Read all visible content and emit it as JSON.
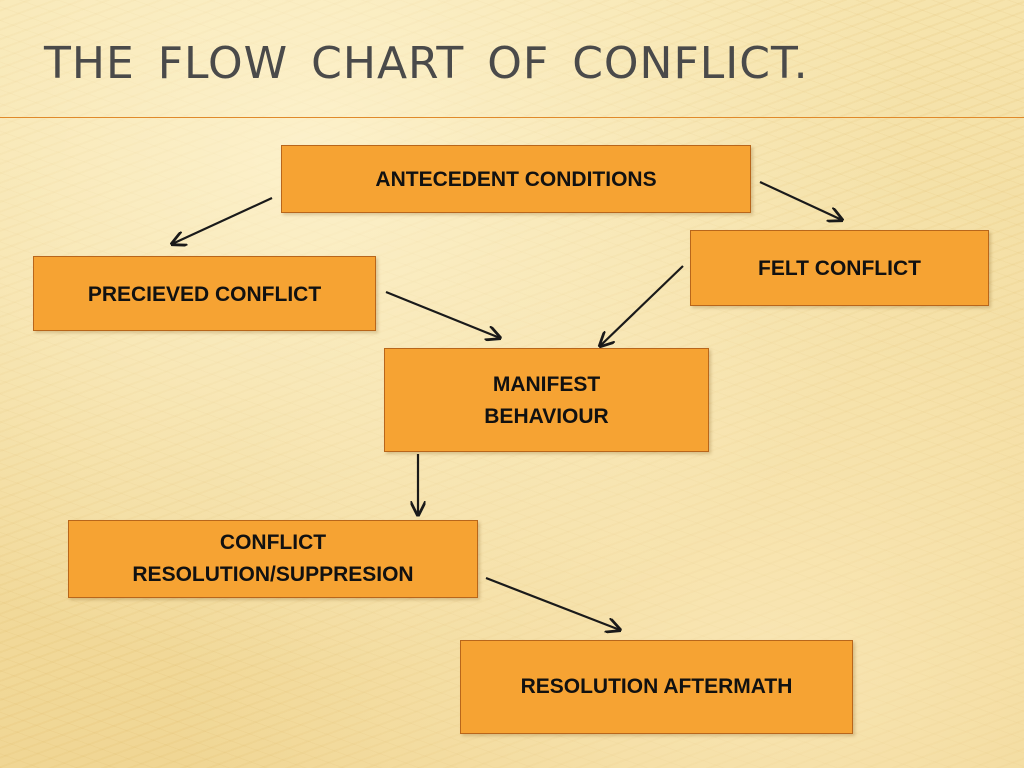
{
  "slide": {
    "title": "THE  FLOW  CHART  OF  CONFLICT."
  },
  "nodes": {
    "antecedent": "ANTECEDENT CONDITIONS",
    "perceived": "PRECIEVED CONFLICT",
    "felt": "FELT CONFLICT",
    "manifest_line1": "MANIFEST",
    "manifest_line2": "BEHAVIOUR",
    "resolution_line1": "CONFLICT",
    "resolution_line2": "RESOLUTION/SUPPRESION",
    "aftermath": "RESOLUTION AFTERMATH"
  },
  "colors": {
    "node_fill": "#f6a333",
    "node_border": "#b8661b",
    "arrow": "#1a1a1a",
    "title_text": "#4a4a4a",
    "rule": "#e08a2a"
  }
}
